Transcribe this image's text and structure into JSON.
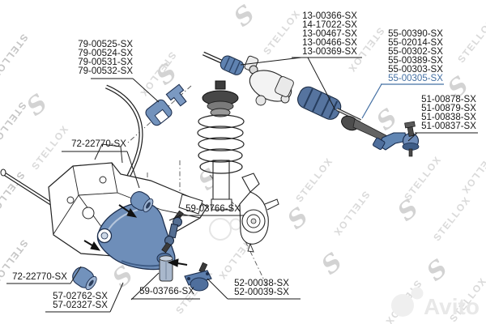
{
  "diagram": {
    "type": "suspension-steering-exploded-parts-diagram",
    "highlight_color": "#4470a3",
    "highlighted_part": "55-00305-SX"
  },
  "watermark": {
    "brand": "STELLOX",
    "logo_glyph": "S"
  },
  "avito": {
    "name": "Avito"
  },
  "labels": {
    "stabilizer_mounts": {
      "lines": [
        "79-00525-SX",
        "79-00524-SX",
        "79-00531-SX",
        "79-00532-SX"
      ]
    },
    "steering_rack": {
      "lines": [
        "13-00366-SX",
        "14-17022-SX",
        "13-00467-SX",
        "13-00466-SX",
        "13-00369-SX"
      ]
    },
    "tie_rod_axial": {
      "lines": [
        "55-00390-SX",
        "55-02014-SX",
        "55-00302-SX",
        "55-00389-SX",
        "55-00303-SX"
      ],
      "highlighted": "55-00305-SX"
    },
    "tie_rod_end": {
      "lines": [
        "51-00878-SX",
        "51-00879-SX",
        "51-00838-SX",
        "51-00837-SX"
      ]
    },
    "subframe_upper": {
      "lines": [
        "72-22770-SX"
      ]
    },
    "stab_link_middle": {
      "lines": [
        "59-03766-SX"
      ]
    },
    "subframe_lower": {
      "lines": [
        "72-22770-SX"
      ]
    },
    "arm_bushings": {
      "lines": [
        "57-02762-SX",
        "57-02327-SX"
      ]
    },
    "stab_link_lower": {
      "lines": [
        "59-03766-SX"
      ]
    },
    "ball_joint": {
      "lines": [
        "52-00038-SX",
        "52-00039-SX"
      ]
    }
  }
}
